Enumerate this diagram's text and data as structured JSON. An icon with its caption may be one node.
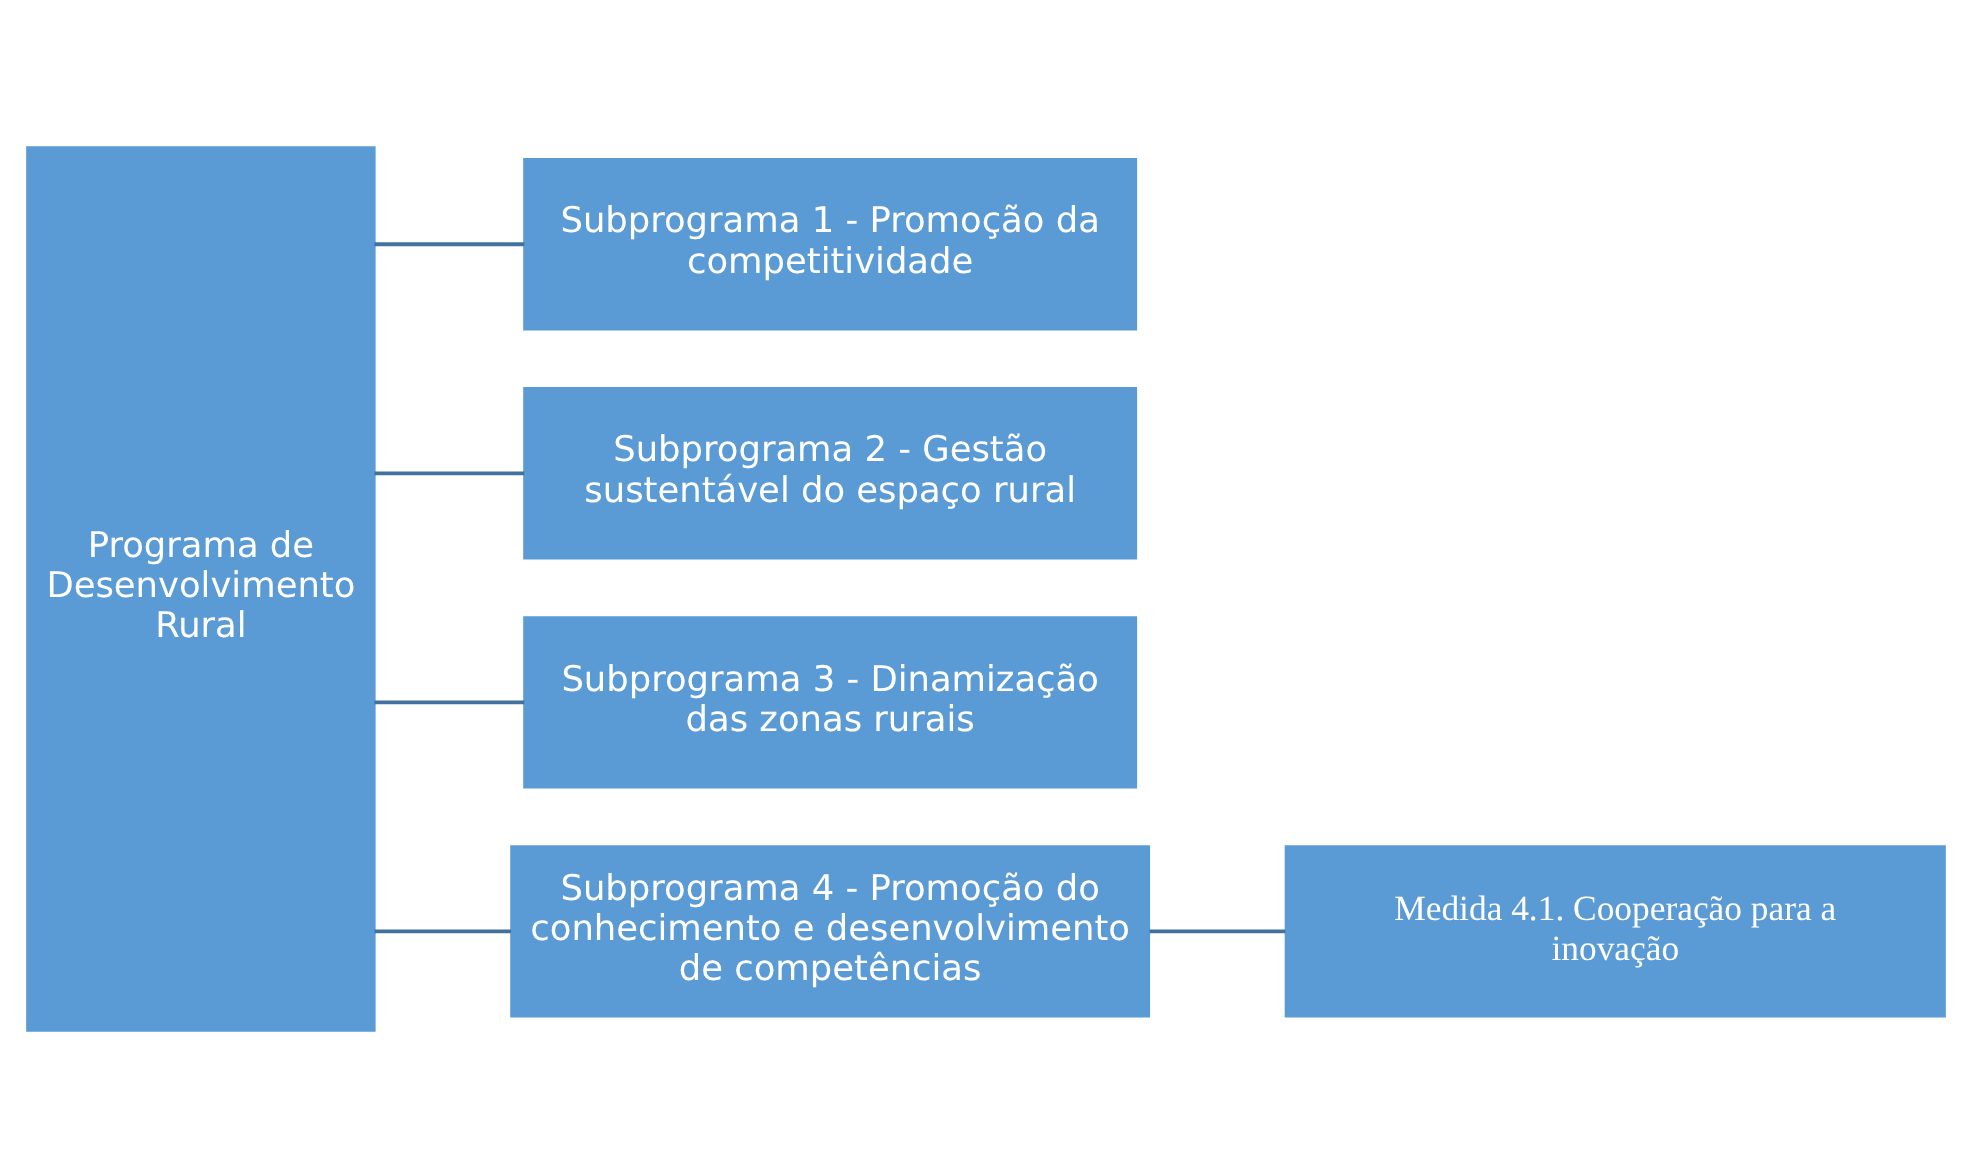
{
  "diagram": {
    "nodes": [
      {
        "text": [
          "Programa de Desenvolvimento Rural"
        ]
      },
      {
        "text": [
          "Subprograma 1 - Promoção da competitividade"
        ]
      },
      {
        "text": [
          "Subprograma 2 - Gestão sustentável do espaço rural"
        ]
      },
      {
        "text": [
          "Subprograma 3 - Dinamização das zonas rurais"
        ]
      },
      {
        "text": [
          "Subprograma 4 - Promoção do conhecimento e desenvolvimento de competências"
        ]
      },
      {
        "text": [
          "Medida 4.1. Cooperação para a inovação"
        ]
      }
    ],
    "edges": [
      {
        "from": 0,
        "to": 1,
        "arrow": "none"
      },
      {
        "from": 0,
        "to": 2,
        "arrow": "none"
      },
      {
        "from": 0,
        "to": 3,
        "arrow": "none"
      },
      {
        "from": 0,
        "to": 4,
        "arrow": "none"
      },
      {
        "from": 4,
        "to": 5,
        "arrow": "none"
      }
    ]
  }
}
